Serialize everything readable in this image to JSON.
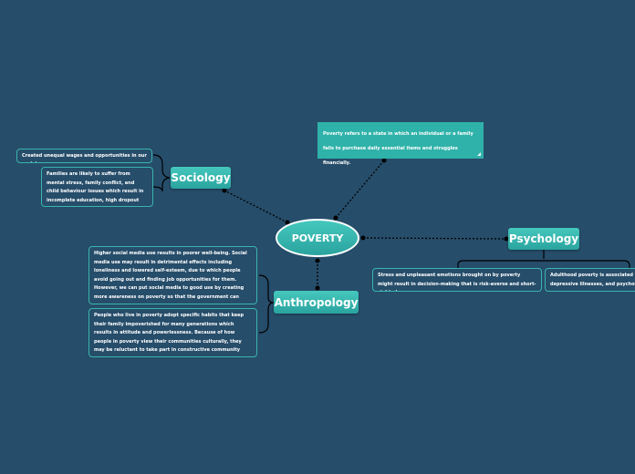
{
  "central": {
    "label": "POVERTY"
  },
  "definition": {
    "text": "Poverty refers to a state in which an individual or a family fails to purchase daily essential items and struggles financially."
  },
  "branches": {
    "sociology": {
      "label": "Sociology",
      "notes": [
        "Created unequal wages and opportunities in our society.",
        "Families are likely to suffer from mental stress, family conflict, and child behaviour issues which result in incomplete education, high dropout and youth crime."
      ]
    },
    "psychology": {
      "label": "Psychology",
      "notes": [
        "Stress and unpleasant emotions brought on by poverty might result in decision-making that is risk-averse and short-sighted.",
        "Adulthood poverty is associated with depressive illnesses, and psychologic..."
      ]
    },
    "anthropology": {
      "label": "Anthropology",
      "notes": [
        "Higher social media use results in poorer well-being. Social media use may result in detrimental effects including loneliness and lowered self-esteem, due to which people avoid going out and finding job opportunities for them. However, we can put social media to good use by creating more awareness on poverty so that the government can take actions to lower down prices.",
        "People who live in poverty adopt specific habits that keep their family impoverished for many generations which results in attitude and powerlessness. Because of how people in poverty view their communities culturally, they may be reluctant to take part in constructive community activities."
      ]
    }
  },
  "colors": {
    "background": "#264d6a",
    "node_fill": "#2fb2a9",
    "note_border": "#39b5ae",
    "connector": "#000000"
  }
}
